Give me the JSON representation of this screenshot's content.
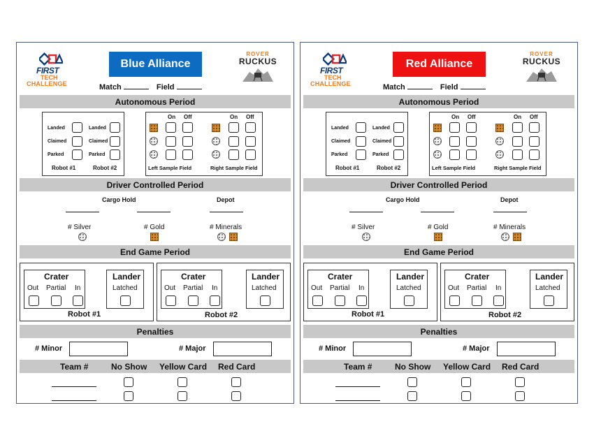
{
  "sheets": [
    {
      "alliance": "Blue Alliance",
      "color": "#0e6bc2"
    },
    {
      "alliance": "Red Alliance",
      "color": "#ee1111"
    }
  ],
  "logos": {
    "first_line1": "FIRST",
    "first_line2": "TECH",
    "first_line3": "CHALLENGE",
    "rover_top": "ROVER",
    "rover_bottom": "RUCKUS"
  },
  "header": {
    "match_label": "Match",
    "field_label": "Field"
  },
  "autonomous": {
    "title": "Autonomous Period",
    "robot_rows": [
      "Landed",
      "Claimed",
      "Parked"
    ],
    "robot1": "Robot #1",
    "robot2": "Robot #2",
    "on": "On",
    "off": "Off",
    "left_field": "Left Sample Field",
    "right_field": "Right Sample Field"
  },
  "driver": {
    "title": "Driver Controlled Period",
    "cargo_hold": "Cargo Hold",
    "depot": "Depot",
    "silver": "# Silver",
    "gold": "# Gold",
    "minerals": "# Minerals"
  },
  "endgame": {
    "title": "End Game Period",
    "crater": "Crater",
    "out": "Out",
    "partial": "Partial",
    "in": "In",
    "lander": "Lander",
    "latched": "Latched",
    "robot1": "Robot #1",
    "robot2": "Robot #2"
  },
  "penalties": {
    "title": "Penalties",
    "minor": "# Minor",
    "major": "# Major"
  },
  "cards": {
    "team": "Team #",
    "no_show": "No Show",
    "yellow": "Yellow Card",
    "red": "Red Card"
  },
  "colors": {
    "first_blue": "#0b3a7a",
    "first_orange": "#f07a1a",
    "bar_gray": "#c8c8c8",
    "sheet_border": "#4a5a8a"
  }
}
